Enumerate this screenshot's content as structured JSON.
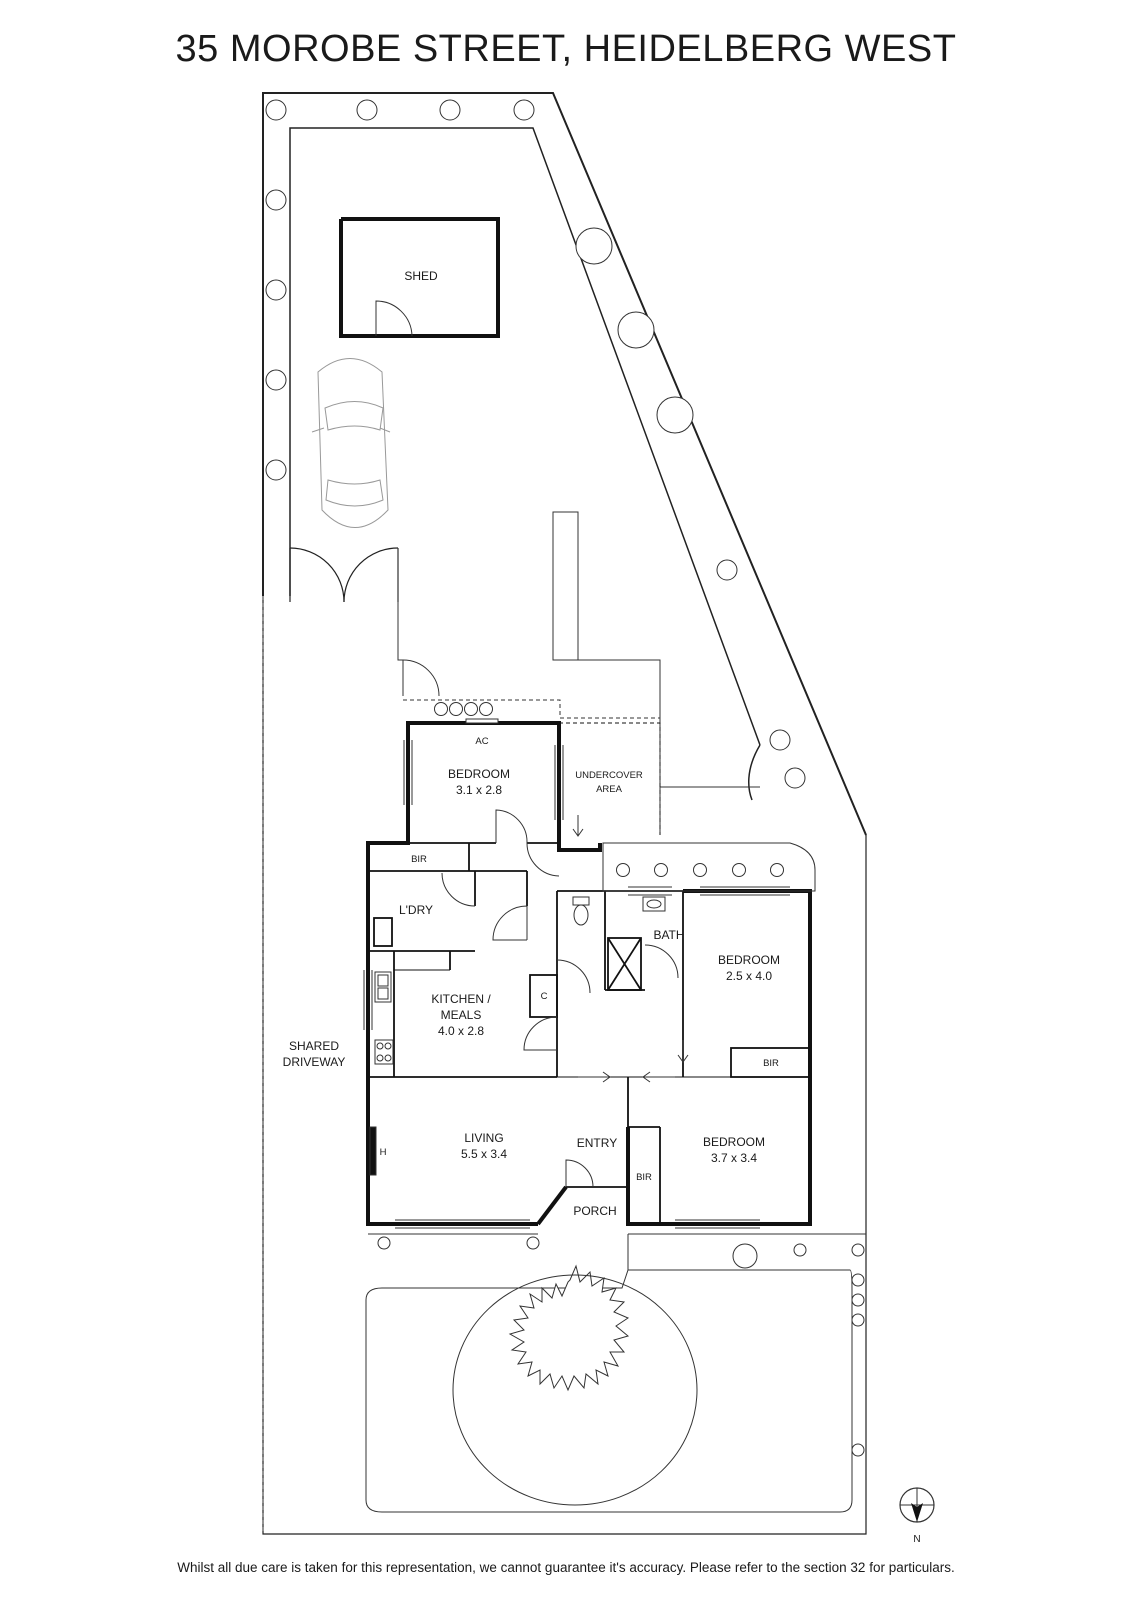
{
  "title": "35 MOROBE STREET, HEIDELBERG WEST",
  "disclaimer": "Whilst all due care is taken for this representation, we cannot guarantee it's accuracy. Please refer to the section 32 for particulars.",
  "rooms": {
    "shed": "SHED",
    "bedroom1": {
      "name": "BEDROOM",
      "dims": "3.1 x 2.8"
    },
    "ac": "AC",
    "undercover": {
      "line1": "UNDERCOVER",
      "line2": "AREA"
    },
    "bir1": "BIR",
    "laundry": "L'DRY",
    "bath": "BATH",
    "bedroom2": {
      "name": "BEDROOM",
      "dims": "2.5 x 4.0"
    },
    "cupboard": "C",
    "kitchen": {
      "line1": "KITCHEN /",
      "line2": "MEALS",
      "dims": "4.0 x 2.8"
    },
    "bir2": "BIR",
    "driveway": {
      "line1": "SHARED",
      "line2": "DRIVEWAY"
    },
    "living": {
      "name": "LIVING",
      "dims": "5.5 x 3.4"
    },
    "heater": "H",
    "entry": "ENTRY",
    "bedroom3": {
      "name": "BEDROOM",
      "dims": "3.7 x 3.4"
    },
    "bir3": "BIR",
    "porch": "PORCH"
  },
  "compass": {
    "label": "N"
  },
  "icons": [
    "tree-icon",
    "car-icon",
    "compass-icon",
    "toilet-icon",
    "sink-icon",
    "stove-icon",
    "shower-icon"
  ],
  "colors": {
    "wall": "#111111",
    "line": "#333333",
    "background": "#ffffff"
  }
}
